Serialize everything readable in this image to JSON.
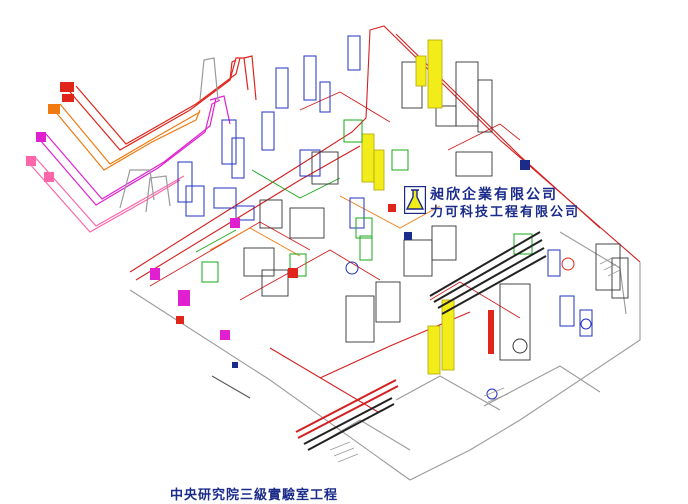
{
  "company": {
    "name_line1": "昶欣企業有限公司",
    "name_line2": "力可科技工程有限公司",
    "logo_icon": "flask-shield-logo-icon"
  },
  "caption": "中央研究院三級實驗室工程",
  "colors": {
    "company_text": "#1a2b8a",
    "duct_red": "#e0251b",
    "duct_orange": "#f07a10",
    "duct_magenta": "#e020d0",
    "duct_pink": "#ff66aa",
    "wall_red": "#d42020",
    "equipment_blue": "#2030c0",
    "equipment_yellow": "#f2ec1a",
    "equipment_green": "#1aa81a"
  }
}
